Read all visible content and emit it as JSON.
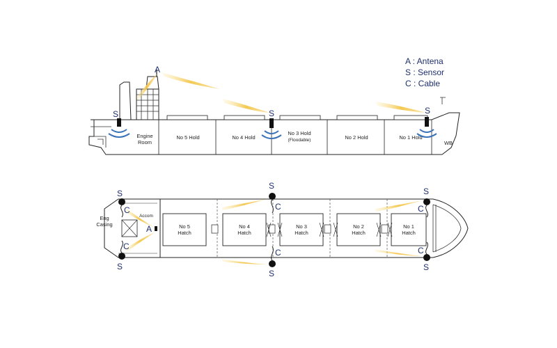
{
  "legend": [
    {
      "key": "A",
      "text": "A : Antena"
    },
    {
      "key": "S",
      "text": "S : Sensor"
    },
    {
      "key": "C",
      "text": "C : Cable"
    }
  ],
  "side_view": {
    "engine_room": [
      "Engine",
      "Room"
    ],
    "holds": [
      {
        "label": "No 5 Hold"
      },
      {
        "label": "No 4 Hold"
      },
      {
        "label": "No 3 Hold",
        "sub": "(Floodable)"
      },
      {
        "label": "No 2 Hold"
      },
      {
        "label": "No 1 Hold"
      }
    ],
    "bow_label": "WB",
    "antenna_mark": "A",
    "sensor_mark": "S"
  },
  "plan_view": {
    "eng_casing": [
      "Eng",
      "Casing"
    ],
    "accom_label": "Accom",
    "hatches": [
      [
        "No 5",
        "Hatch"
      ],
      [
        "No 4",
        "Hatch"
      ],
      [
        "No 3",
        "Hatch"
      ],
      [
        "No 2",
        "Hatch"
      ],
      [
        "No 1",
        "Hatch"
      ]
    ],
    "antenna_mark": "A",
    "sensor_mark": "S",
    "cable_mark": "C"
  },
  "colors": {
    "beam": "#f3c64a",
    "beam_light": "#fbe7a0",
    "wave": "#3a72b8",
    "label": "#1f2f6e"
  }
}
